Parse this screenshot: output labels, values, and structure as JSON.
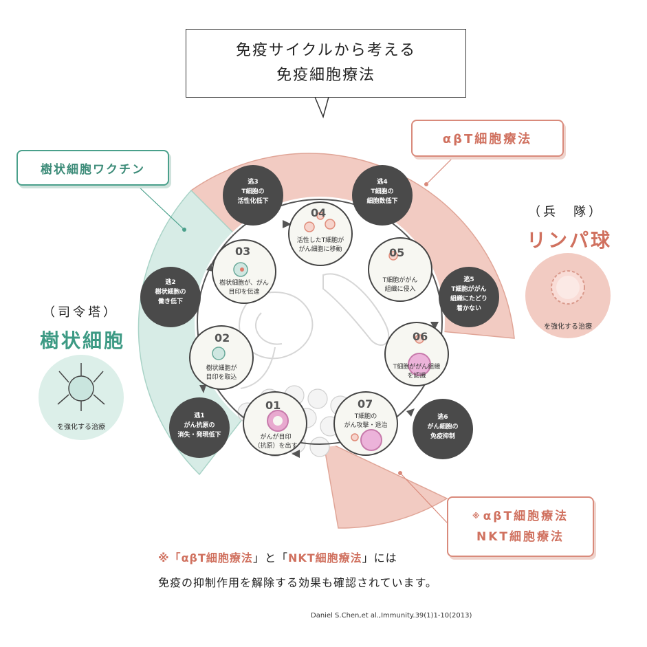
{
  "title": {
    "line1": "免疫サイクルから考える",
    "line2": "免疫細胞療法"
  },
  "callouts": {
    "dendritic_vaccine": "樹状細胞ワクチン",
    "ab_t": "αβT細胞療法",
    "combo_line1": "αβT細胞療法",
    "combo_line2": "NKT細胞療法",
    "combo_star": "※"
  },
  "left_panel": {
    "paren": "（司令塔）",
    "name": "樹状細胞",
    "caption": "を強化する治療"
  },
  "right_panel": {
    "paren": "（兵　隊）",
    "name": "リンパ球",
    "caption": "を強化する治療"
  },
  "escapes": [
    {
      "tag": "逃1",
      "text1": "がん抗原の",
      "text2": "消失・発現低下"
    },
    {
      "tag": "逃2",
      "text1": "樹状細胞の",
      "text2": "働き低下"
    },
    {
      "tag": "逃3",
      "text1": "T細胞の",
      "text2": "活性化低下"
    },
    {
      "tag": "逃4",
      "text1": "T細胞の",
      "text2": "細胞数低下"
    },
    {
      "tag": "逃5",
      "text1": "T細胞ががん",
      "text2": "組織にたどり",
      "text3": "着かない"
    },
    {
      "tag": "逃6",
      "text1": "がん細胞の",
      "text2": "免疫抑制"
    }
  ],
  "steps": [
    {
      "num": "01",
      "text1": "がんが目印",
      "text2": "（抗原）を出す"
    },
    {
      "num": "02",
      "text1": "樹状細胞が",
      "text2": "目印を取込"
    },
    {
      "num": "03",
      "text1": "樹状細胞が、がん",
      "text2": "目印を伝達"
    },
    {
      "num": "04",
      "text1": "活性したT細胞が",
      "text2": "がん細胞に移動"
    },
    {
      "num": "05",
      "text1": "T細胞ががん",
      "text2": "組織に侵入"
    },
    {
      "num": "06",
      "text1": "T細胞ががん組織",
      "text2": "を認識"
    },
    {
      "num": "07",
      "text1": "T細胞の",
      "text2": "がん攻撃・退治"
    }
  ],
  "note": {
    "prefix": "※「",
    "term1": "αβT細胞療法",
    "mid": "」と「",
    "term2": "NKT細胞療法",
    "suffix": "」には",
    "line2": "免疫の抑制作用を解除する効果も確認されています。"
  },
  "citation": "Daniel S.Chen,et al.,Immunity.39(1)1-10(2013)",
  "colors": {
    "green": "#3d9a84",
    "green_fill": "#d4ebe4",
    "red": "#d0715f",
    "red_fill": "#f0c7bd",
    "dark_circle": "#4a4a4a"
  }
}
